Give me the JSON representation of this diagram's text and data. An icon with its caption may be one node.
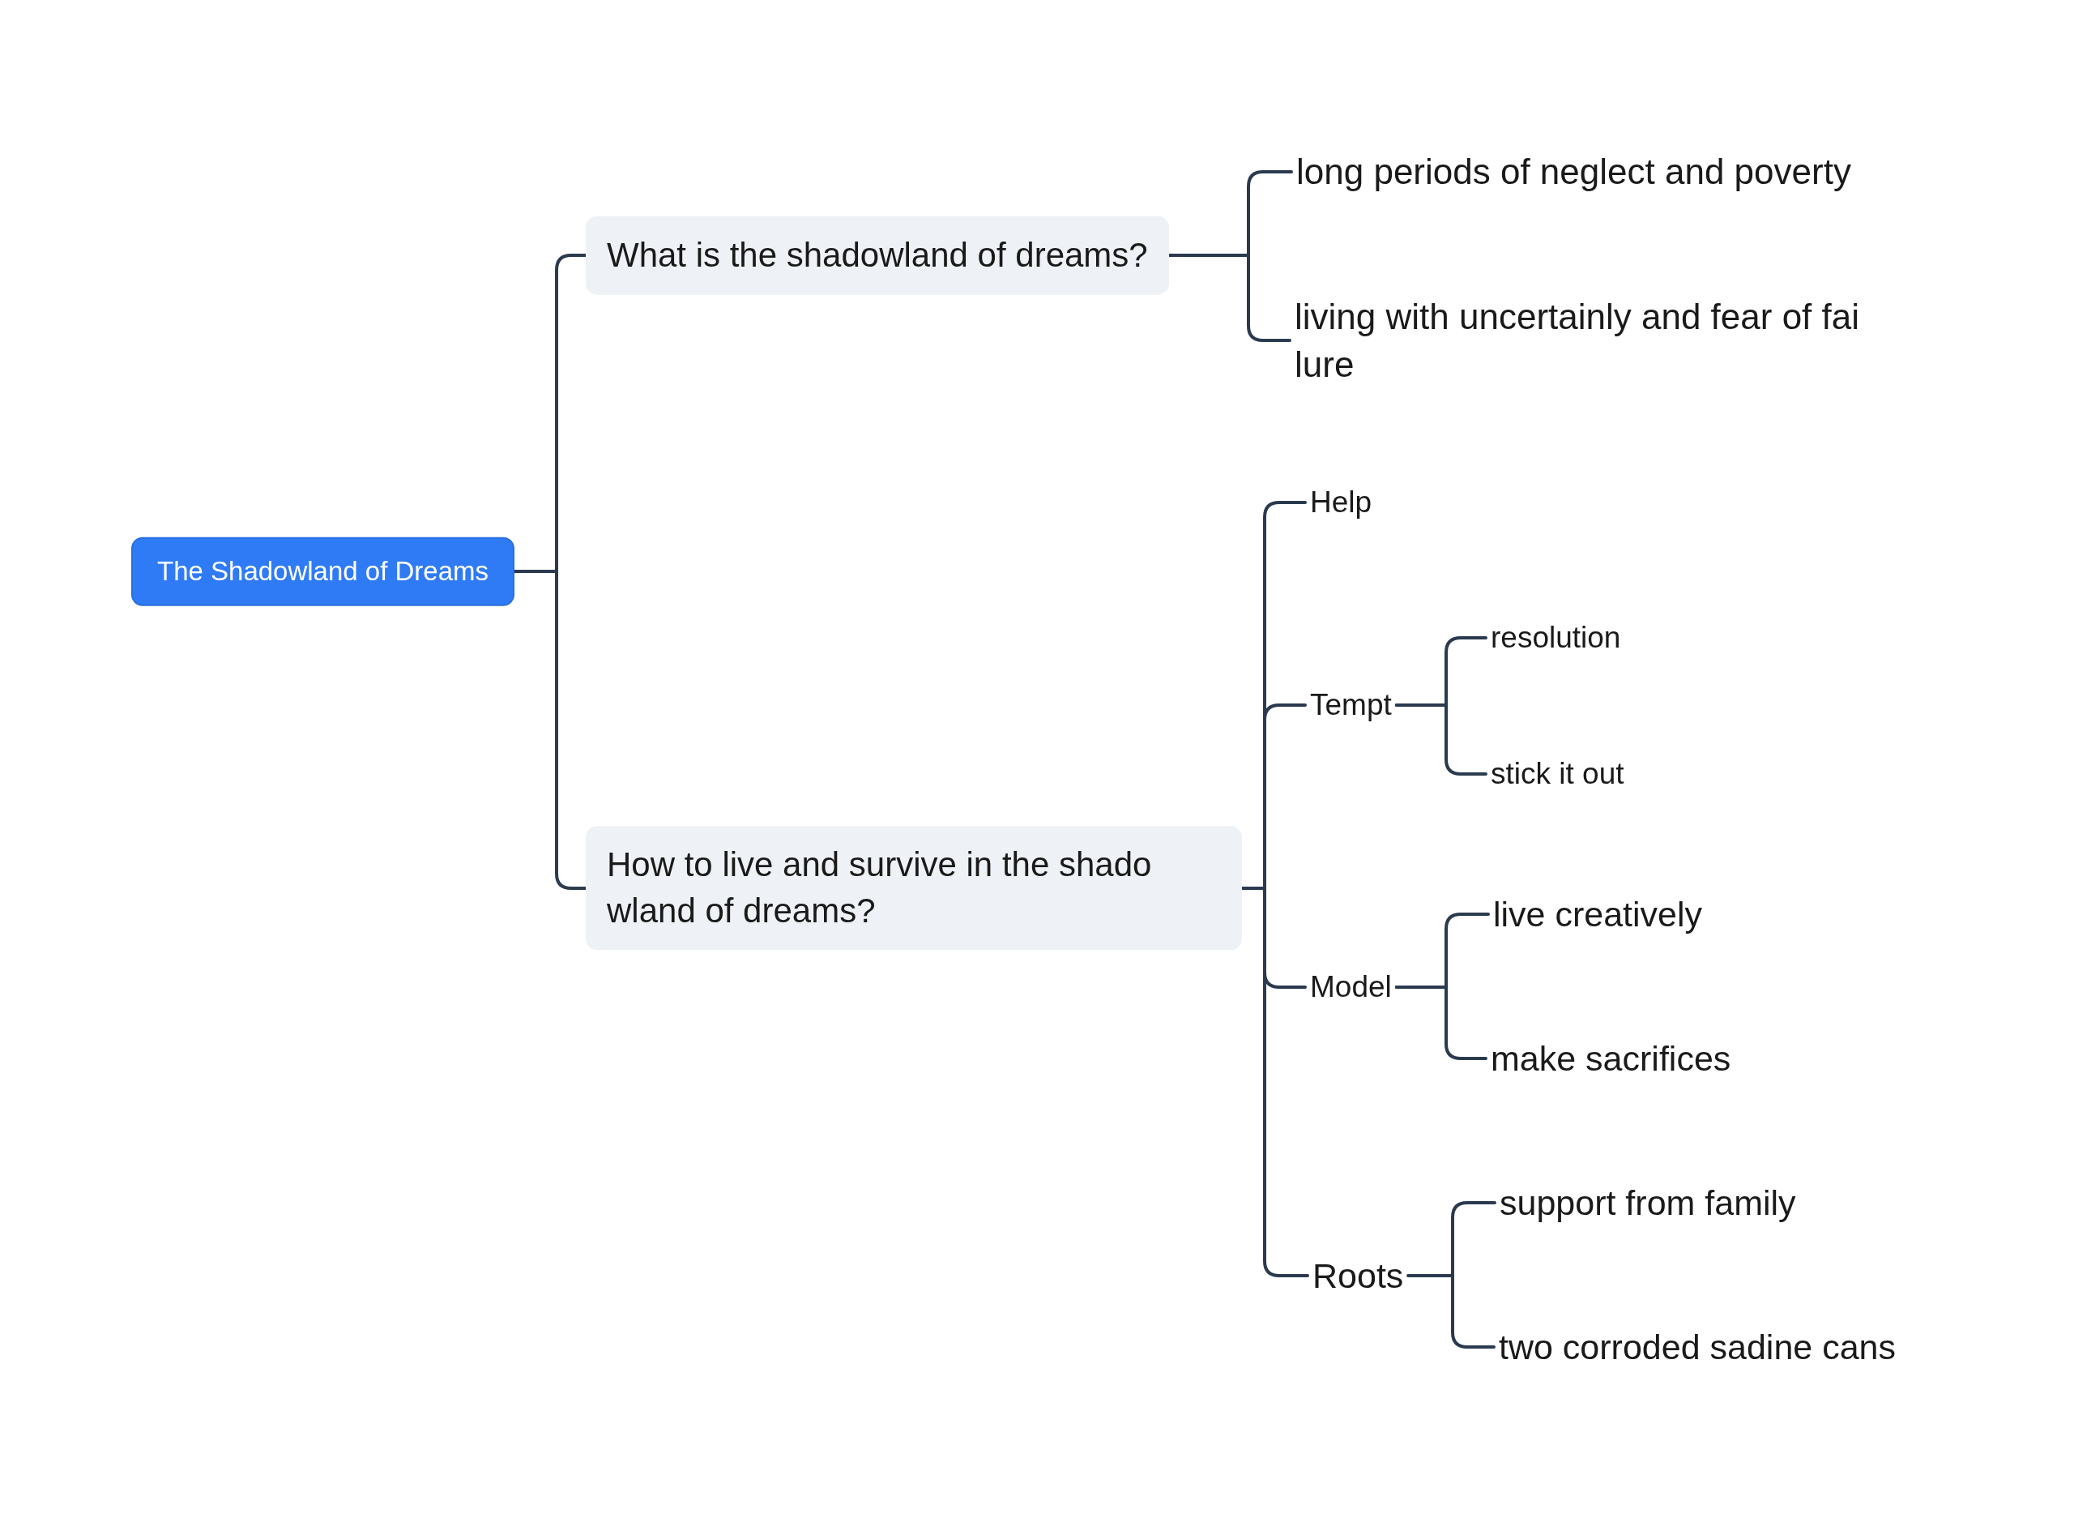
{
  "diagram": {
    "nodes": [
      {
        "text": [
          "The Shadowland of Dreams"
        ]
      },
      {
        "text": [
          "What is the shadowland of dreams?"
        ]
      },
      {
        "text": [
          "long periods of neglect and poverty"
        ]
      },
      {
        "text": [
          "living with uncertainly and fear of fai lure"
        ]
      },
      {
        "text": [
          "How to live and survive in the shado wland of dreams?"
        ]
      },
      {
        "text": [
          "Help"
        ]
      },
      {
        "text": [
          "Tempt"
        ]
      },
      {
        "text": [
          "resolution"
        ]
      },
      {
        "text": [
          "stick it out"
        ]
      },
      {
        "text": [
          "Model"
        ]
      },
      {
        "text": [
          "live creatively"
        ]
      },
      {
        "text": [
          "make sacrifices"
        ]
      },
      {
        "text": [
          "Roots"
        ]
      },
      {
        "text": [
          "support from family"
        ]
      },
      {
        "text": [
          "two corroded sadine cans"
        ]
      }
    ],
    "edges": [
      {
        "from": 0,
        "to": 1,
        "arrow": "none"
      },
      {
        "from": 0,
        "to": 4,
        "arrow": "none"
      },
      {
        "from": 1,
        "to": 2,
        "arrow": "none"
      },
      {
        "from": 1,
        "to": 3,
        "arrow": "none"
      },
      {
        "from": 4,
        "to": 5,
        "arrow": "none"
      },
      {
        "from": 4,
        "to": 6,
        "arrow": "none"
      },
      {
        "from": 4,
        "to": 9,
        "arrow": "none"
      },
      {
        "from": 4,
        "to": 12,
        "arrow": "none"
      },
      {
        "from": 6,
        "to": 7,
        "arrow": "none"
      },
      {
        "from": 6,
        "to": 8,
        "arrow": "none"
      },
      {
        "from": 9,
        "to": 10,
        "arrow": "none"
      },
      {
        "from": 9,
        "to": 11,
        "arrow": "none"
      },
      {
        "from": 12,
        "to": 13,
        "arrow": "none"
      },
      {
        "from": 12,
        "to": 14,
        "arrow": "none"
      }
    ]
  }
}
